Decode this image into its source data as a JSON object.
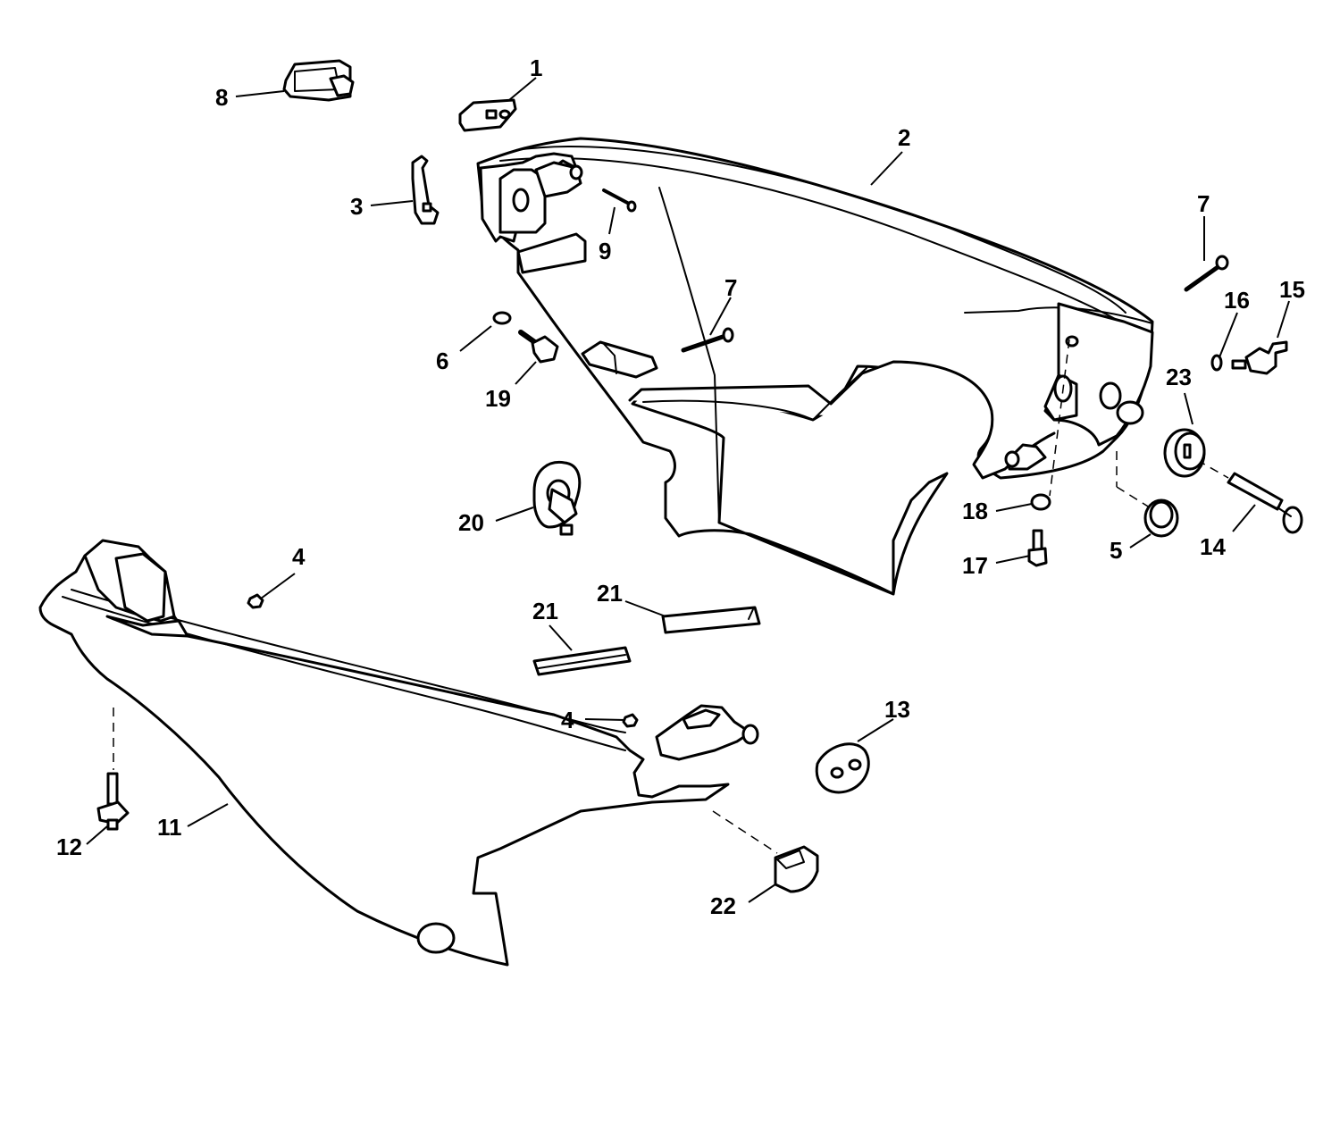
{
  "diagram": {
    "callouts": [
      {
        "id": "c1",
        "text": "1"
      },
      {
        "id": "c2",
        "text": "2"
      },
      {
        "id": "c3",
        "text": "3"
      },
      {
        "id": "c4a",
        "text": "4"
      },
      {
        "id": "c4b",
        "text": "4"
      },
      {
        "id": "c5",
        "text": "5"
      },
      {
        "id": "c6",
        "text": "6"
      },
      {
        "id": "c7a",
        "text": "7"
      },
      {
        "id": "c7b",
        "text": "7"
      },
      {
        "id": "c8",
        "text": "8"
      },
      {
        "id": "c9",
        "text": "9"
      },
      {
        "id": "c11",
        "text": "11"
      },
      {
        "id": "c12",
        "text": "12"
      },
      {
        "id": "c13",
        "text": "13"
      },
      {
        "id": "c14",
        "text": "14"
      },
      {
        "id": "c15",
        "text": "15"
      },
      {
        "id": "c16",
        "text": "16"
      },
      {
        "id": "c17",
        "text": "17"
      },
      {
        "id": "c18",
        "text": "18"
      },
      {
        "id": "c19",
        "text": "19"
      },
      {
        "id": "c20",
        "text": "20"
      },
      {
        "id": "c21a",
        "text": "21"
      },
      {
        "id": "c21b",
        "text": "21"
      },
      {
        "id": "c22",
        "text": "22"
      },
      {
        "id": "c23",
        "text": "23"
      }
    ]
  }
}
